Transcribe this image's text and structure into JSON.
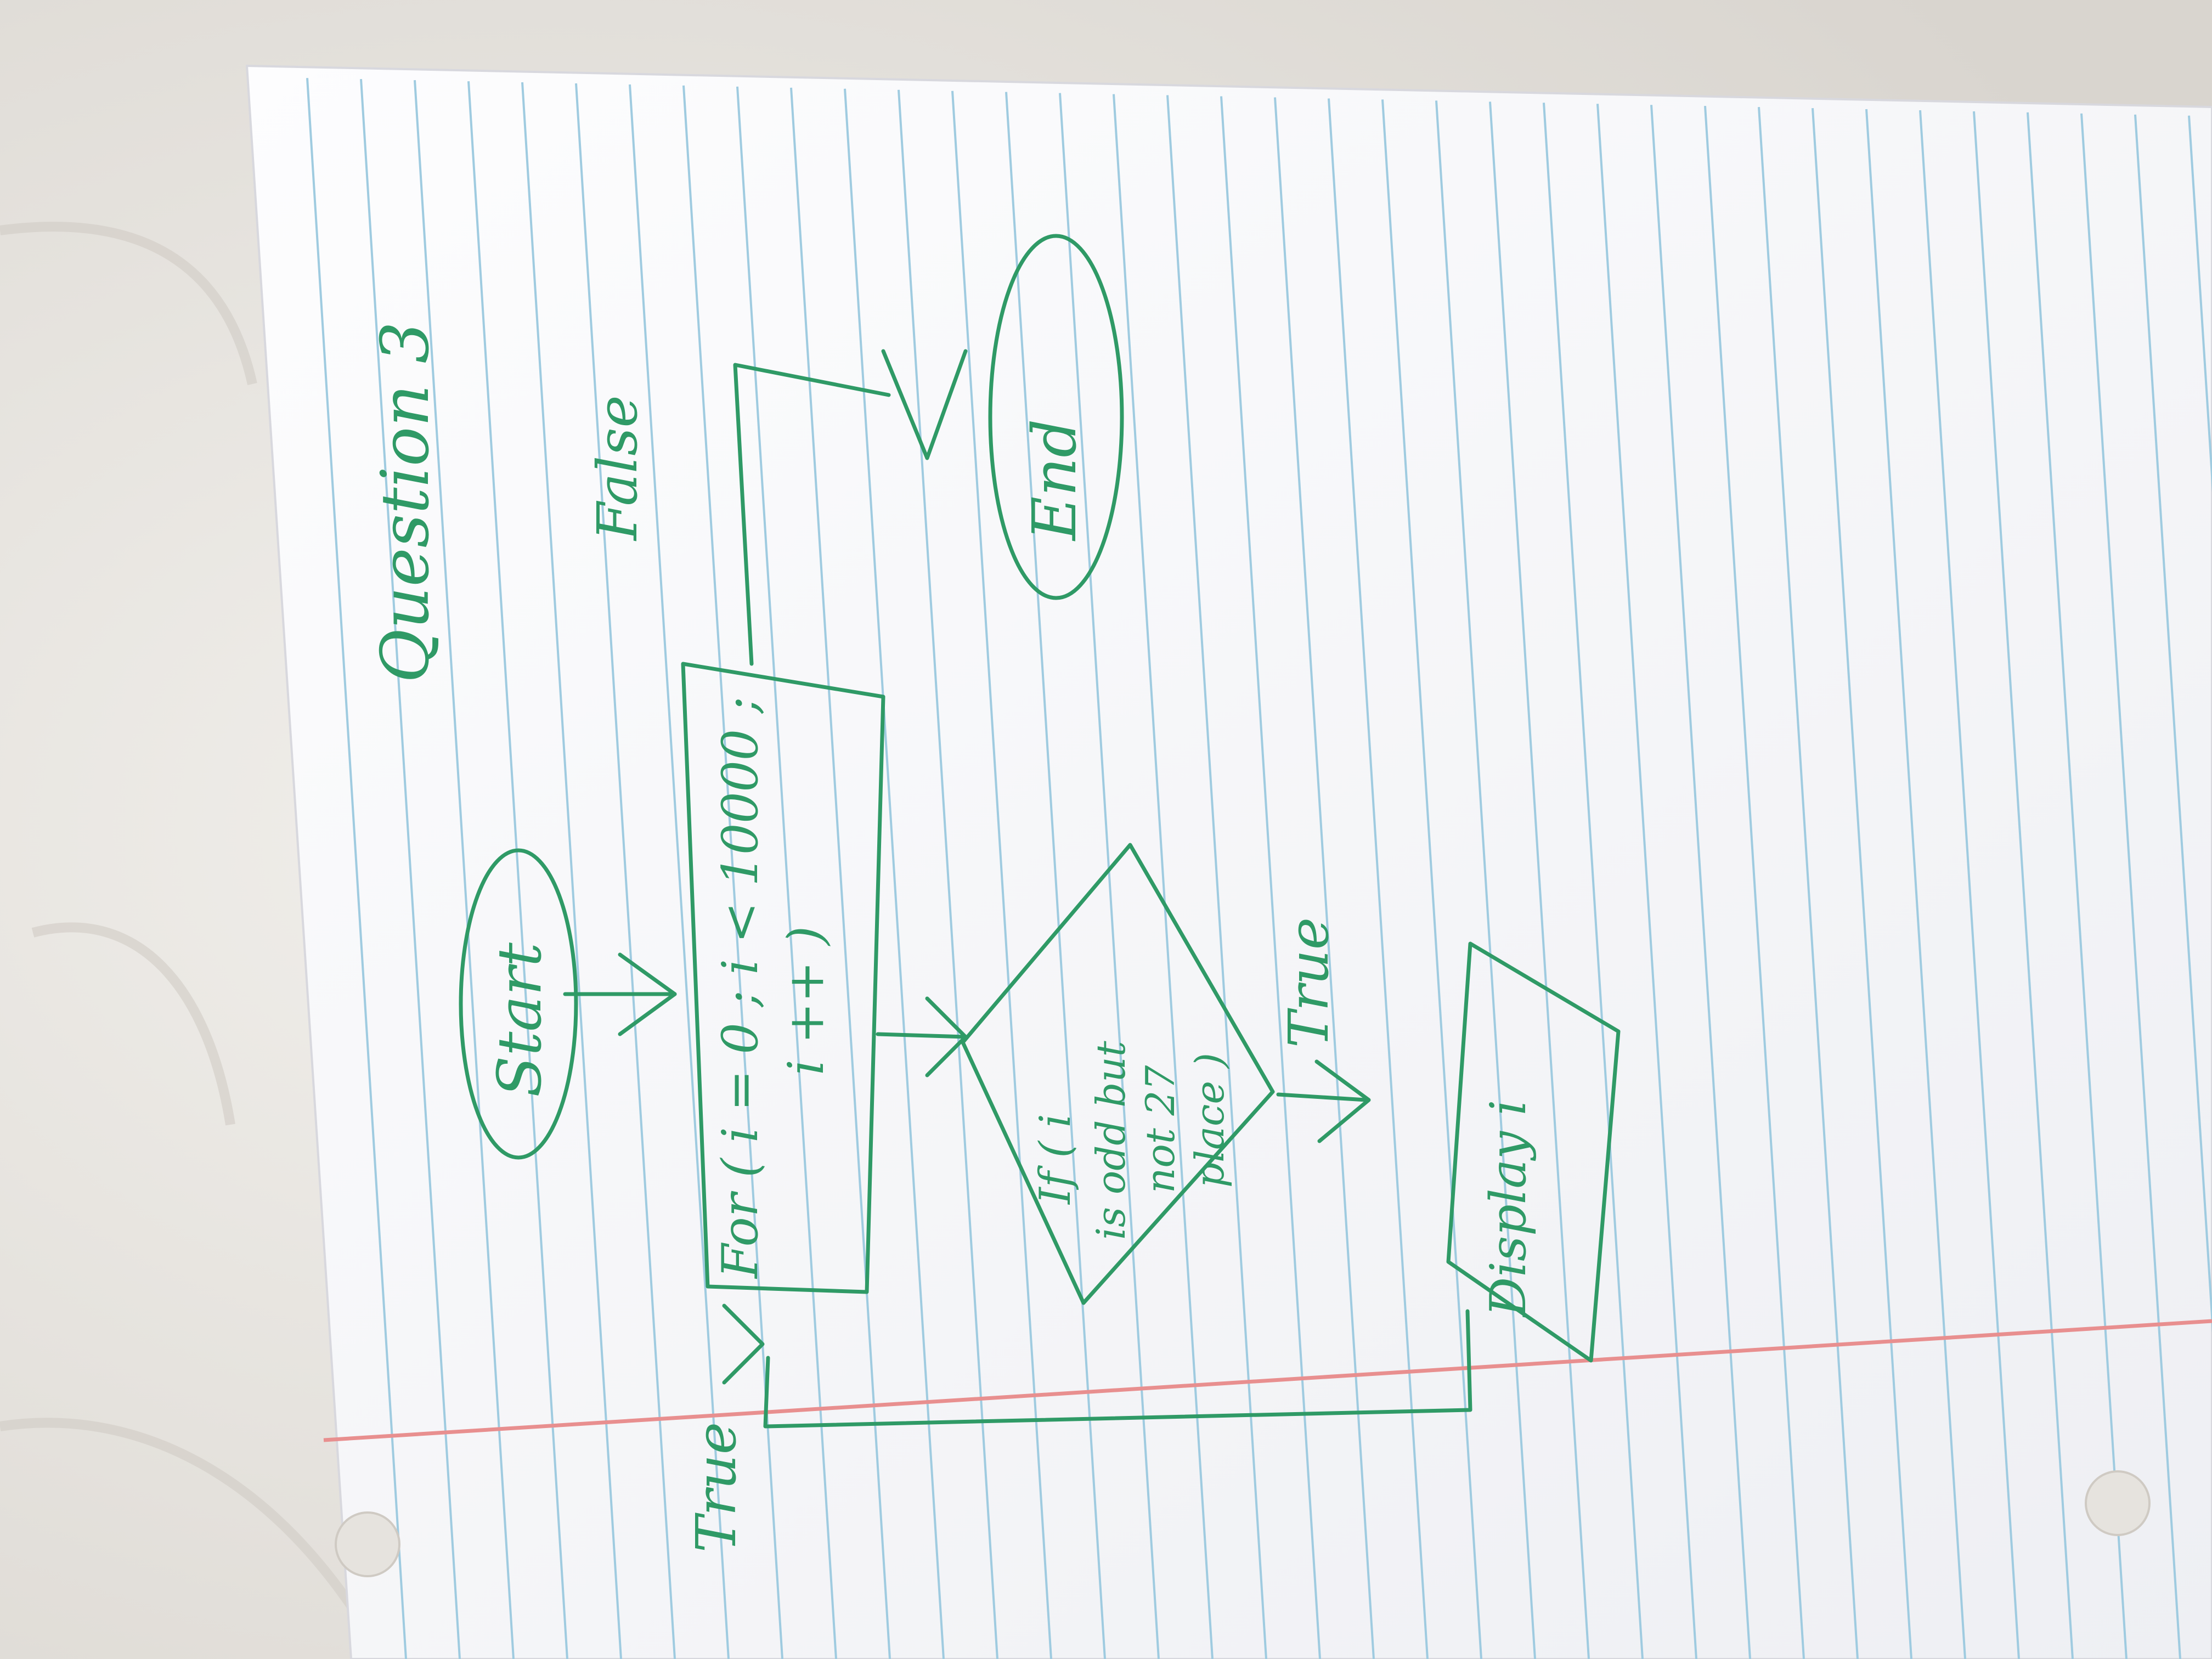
{
  "diagram": {
    "heading": "Question 3",
    "start_label": "Start",
    "loop_line1": "For ( i = 0 ; i < 10000 ;",
    "loop_line2": "i ++ )",
    "decision_line1": "If ( i",
    "decision_line2": "is odd but",
    "decision_line3": "not 27",
    "decision_line4": "place )",
    "output_label": "Display i",
    "end_label": "End",
    "false_label": "False",
    "true_label_decision": "True",
    "true_label_loop": "True"
  },
  "colors": {
    "ink": "#2f9a66",
    "paper": "#fbfbfd",
    "rule_line": "#9fcbe0",
    "margin_line": "#e88f8f",
    "background_cloth": "#e9e6e1"
  }
}
